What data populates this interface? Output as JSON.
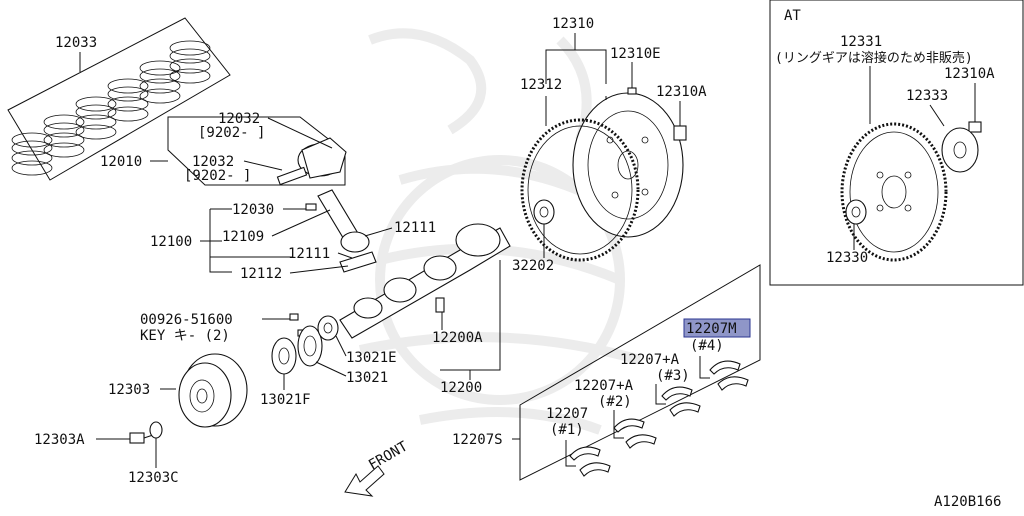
{
  "labels": {
    "p12033": "12033",
    "p12032a": "12032",
    "p12032a_note": "[9202-  ]",
    "p12032b": "12032",
    "p12032b_note": "[9202-  ]",
    "p12010": "12010",
    "p12030": "12030",
    "p12109": "12109",
    "p12100": "12100",
    "p12111a": "12111",
    "p12111b": "12111",
    "p12112": "12112",
    "p00926": "00926-51600",
    "key_note": "KEY キ- (2)",
    "p12303": "12303",
    "p12303a": "12303A",
    "p12303c": "12303C",
    "p13021f": "13021F",
    "p13021": "13021",
    "p13021e": "13021E",
    "p12200a": "12200A",
    "p12200": "12200",
    "p12310": "12310",
    "p12310e": "12310E",
    "p12312": "12312",
    "p12310a": "12310A",
    "p32202": "32202",
    "at_title": "AT",
    "p12331": "12331",
    "p12331_note": "(リングギアは溶接のため非販売)",
    "p12310a_at": "12310A",
    "p12333": "12333",
    "p12330": "12330",
    "p12207m": "12207M",
    "n4": "(#4)",
    "p12207a2": "12207+A",
    "n3": "(#3)",
    "p12207a1": "12207+A",
    "n2": "(#2)",
    "p12207": "12207",
    "n1": "(#1)",
    "p12207s": "12207S",
    "front": "FRONT",
    "diagram_code": "A120B166"
  },
  "colors": {
    "line": "#111111",
    "highlight_fill": "#8f96c8",
    "highlight_border": "#2b3590",
    "watermark": "#ececec"
  }
}
